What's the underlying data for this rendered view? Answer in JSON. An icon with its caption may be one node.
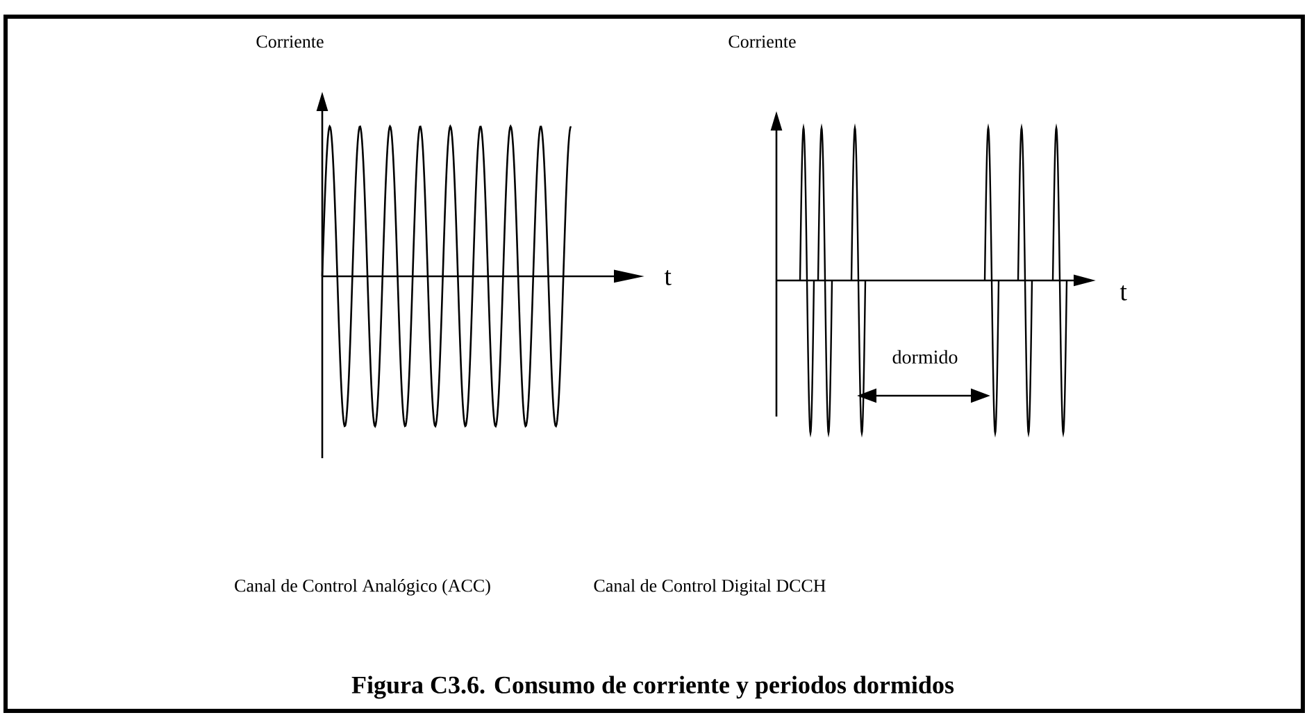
{
  "diagram": {
    "caption": "Figura C3.6. Consumo de corriente y periodos dormidos",
    "labels": [
      "Corriente",
      "t",
      "Corriente",
      "t",
      "dormido",
      "Canal de Control Analógico (ACC)",
      "Canal de Control Digital DCCH"
    ]
  }
}
